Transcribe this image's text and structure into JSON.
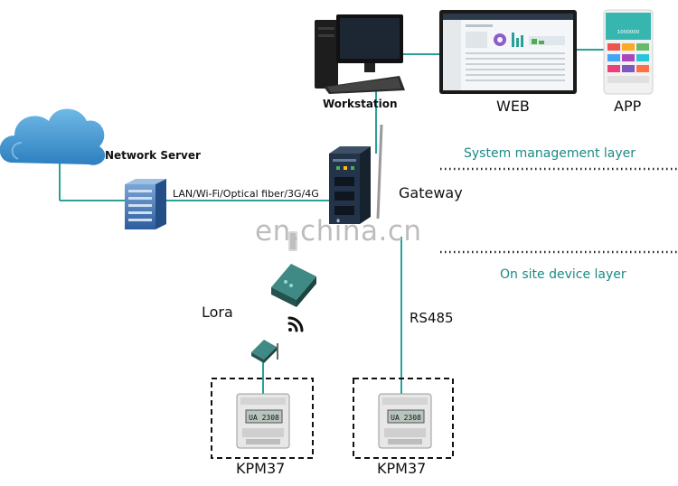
{
  "nodes": {
    "workstation": "Workstation",
    "web": "WEB",
    "app": "APP",
    "network_server": "Network Server",
    "link": "LAN/Wi-Fi/Optical fiber/3G/4G",
    "gateway": "Gateway",
    "lora": "Lora",
    "rs485": "RS485",
    "meter_left": "KPM37",
    "meter_right": "KPM37"
  },
  "layers": {
    "top": "System management layer",
    "bottom": "On site device layer"
  },
  "meter_display": "UA 2308",
  "app_screen_value": "1000000",
  "watermark": "en.china.cn",
  "colors": {
    "link_line": "#2aa198",
    "layer_text": "#1a8a86",
    "cloud": "#4a9fd6",
    "gateway_body": "#23344a",
    "device_green": "#2f6e6a"
  },
  "icons": [
    "desktop-computer-icon",
    "web-dashboard-icon",
    "mobile-app-icon",
    "cloud-icon",
    "server-stack-icon",
    "gateway-device-icon",
    "lora-module-icon",
    "wifi-signal-icon",
    "energy-meter-icon"
  ]
}
